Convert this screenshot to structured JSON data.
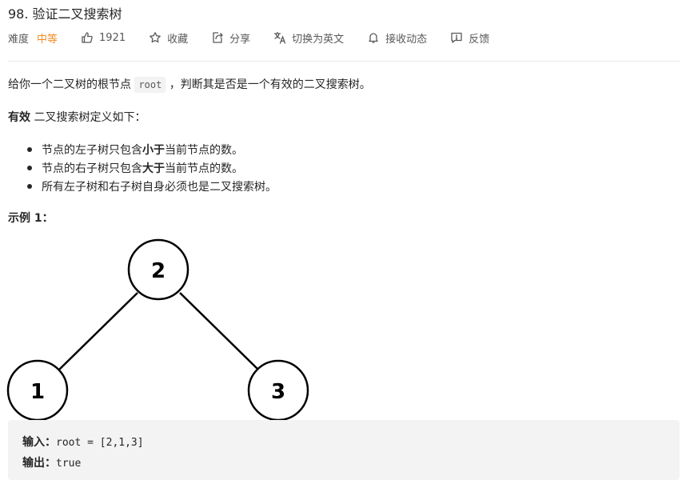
{
  "problem": {
    "title": "98. 验证二叉搜索树",
    "difficulty_label": "难度",
    "difficulty": "中等"
  },
  "actions": {
    "likes": "1921",
    "favorite": "收藏",
    "share": "分享",
    "switch_lang": "切换为英文",
    "notify": "接收动态",
    "feedback": "反馈"
  },
  "description": {
    "p1_before": "给你一个二叉树的根节点 ",
    "p1_code": "root",
    "p1_after": " ，判断其是否是一个有效的二叉搜索树。",
    "p2_bold": "有效",
    "p2_rest": " 二叉搜索树定义如下：",
    "b1_before": "节点的左子树只包含 ",
    "b1_bold": "小于",
    "b1_after": " 当前节点的数。",
    "b2_before": "节点的右子树只包含 ",
    "b2_bold": "大于",
    "b2_after": " 当前节点的数。",
    "b3": "所有左子树和右子树自身必须也是二叉搜索树。"
  },
  "example": {
    "title": "示例 1：",
    "tree_nodes": [
      "2",
      "1",
      "3"
    ],
    "input_label": "输入：",
    "input_value": "root = [2,1,3]",
    "output_label": "输出：",
    "output_value": "true"
  },
  "colors": {
    "difficulty_medium": "#ef8d25",
    "text": "#262626",
    "muted": "#595959",
    "code_bg": "#f3f3f4"
  },
  "icons": [
    "thumbs-up-icon",
    "star-icon",
    "share-icon",
    "translate-icon",
    "bell-icon",
    "feedback-icon"
  ]
}
